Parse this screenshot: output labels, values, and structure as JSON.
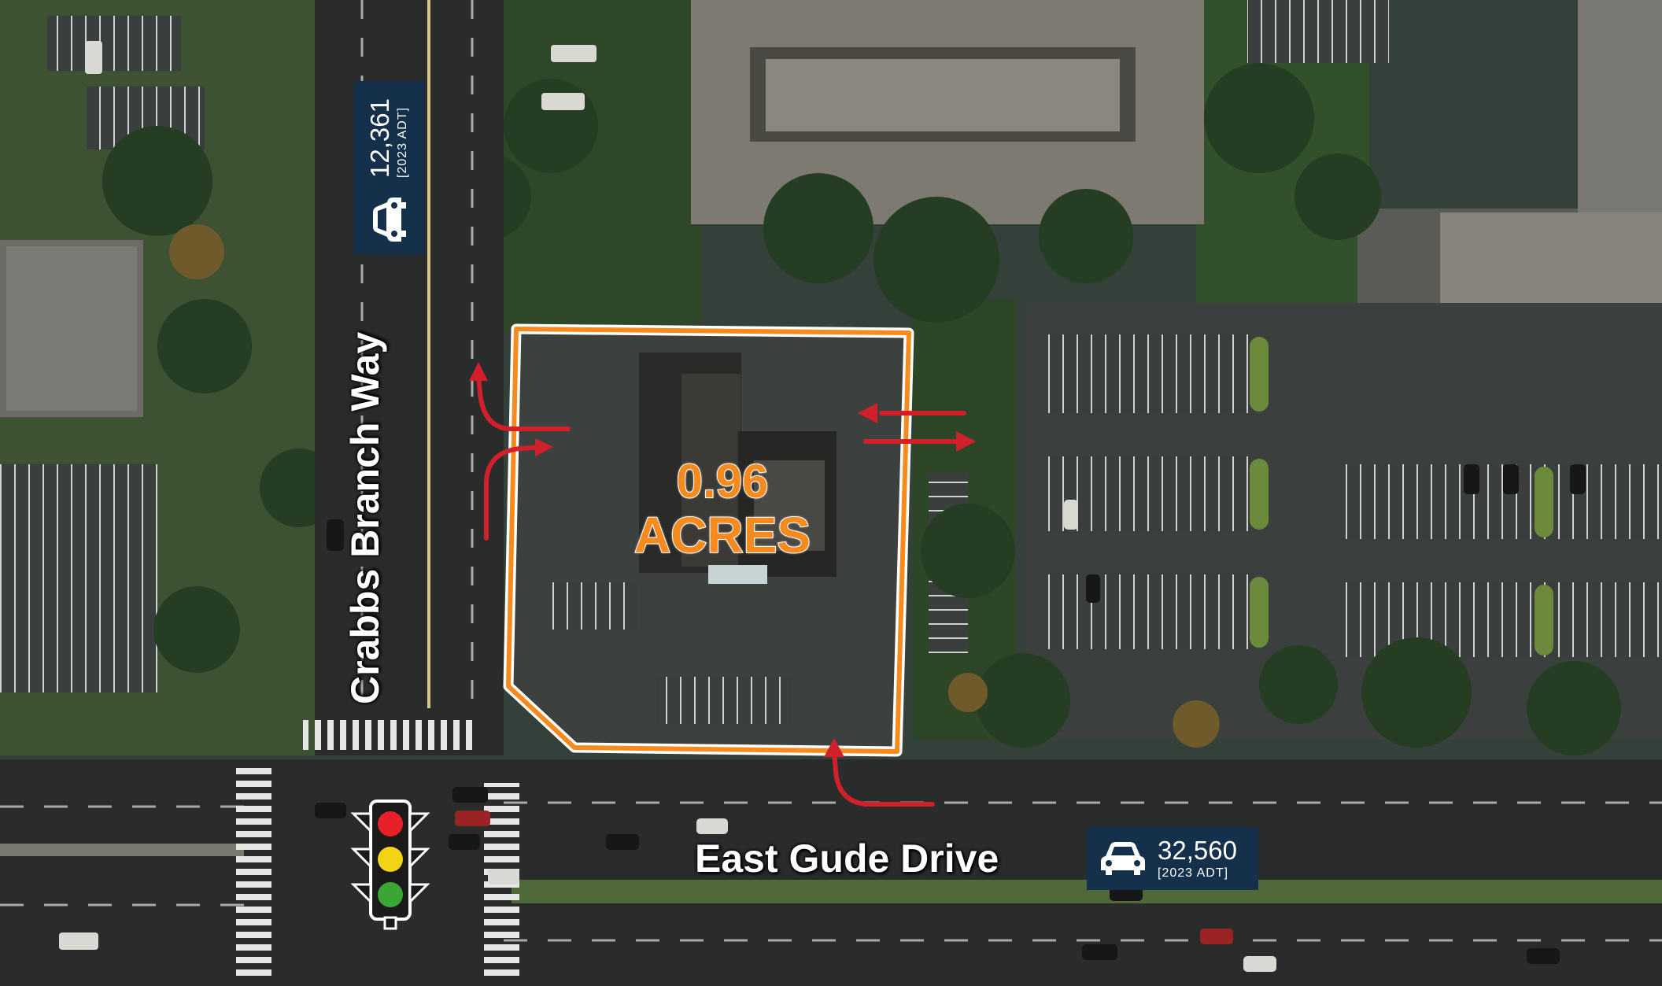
{
  "map": {
    "parcel": {
      "acreage_value": "0.96",
      "acreage_unit": "ACRES",
      "outline_color": "#f58a1f"
    },
    "roads": [
      {
        "name": "Crabbs Branch Way",
        "traffic_count": "12,361",
        "traffic_year": "[2023 ADT]"
      },
      {
        "name": "East Gude Drive",
        "traffic_count": "32,560",
        "traffic_year": "[2023 ADT]"
      }
    ],
    "icons": [
      "car-icon",
      "traffic-light-icon",
      "access-arrow-icon"
    ],
    "colors": {
      "badge_background": "#15304a",
      "access_arrow": "#d0202a",
      "acreage_text": "#f58a1f"
    }
  }
}
